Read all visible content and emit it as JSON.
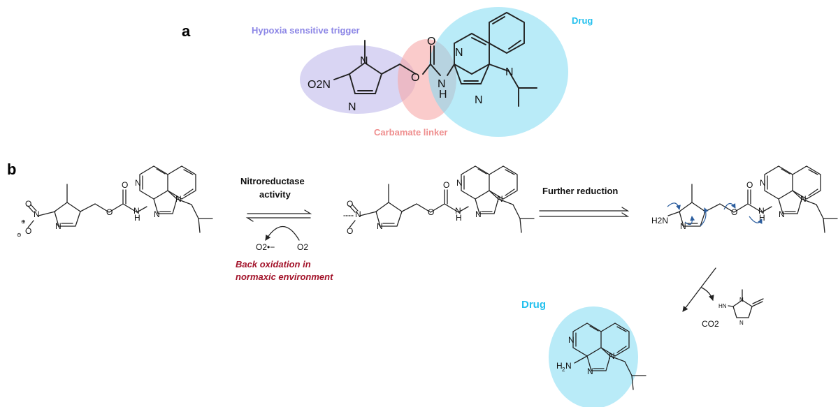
{
  "panels": {
    "a": "a",
    "b": "b"
  },
  "regions": {
    "trigger": "Hypoxia sensitive trigger",
    "linker": "Carbamate linker",
    "drug": "Drug"
  },
  "scheme": {
    "step1_line1": "Nitroreductase",
    "step1_line2": "activity",
    "step2": "Further reduction",
    "back_ox_line1": "Back oxidation  in",
    "back_ox_line2": "normaxic environment",
    "superoxide": "O2•−",
    "oxygen": "O2",
    "co2": "CO2",
    "drug_label": "Drug"
  },
  "atoms": {
    "nitro": "O2N",
    "N": "N",
    "O": "O",
    "NH": "H",
    "amine": "H2N",
    "imine": "HN",
    "oplus": "⊕",
    "ominus": "⊖"
  },
  "colors": {
    "trigger_fill": "#b9b2ea",
    "trigger_text": "#8c86e6",
    "linker_fill": "#f7a9a9",
    "linker_text": "#ef8f8f",
    "drug_fill": "#7fdaf2",
    "drug_text": "#23c0ee",
    "back_ox_text": "#a3142b",
    "arrow_blue": "#2b5d9e"
  }
}
